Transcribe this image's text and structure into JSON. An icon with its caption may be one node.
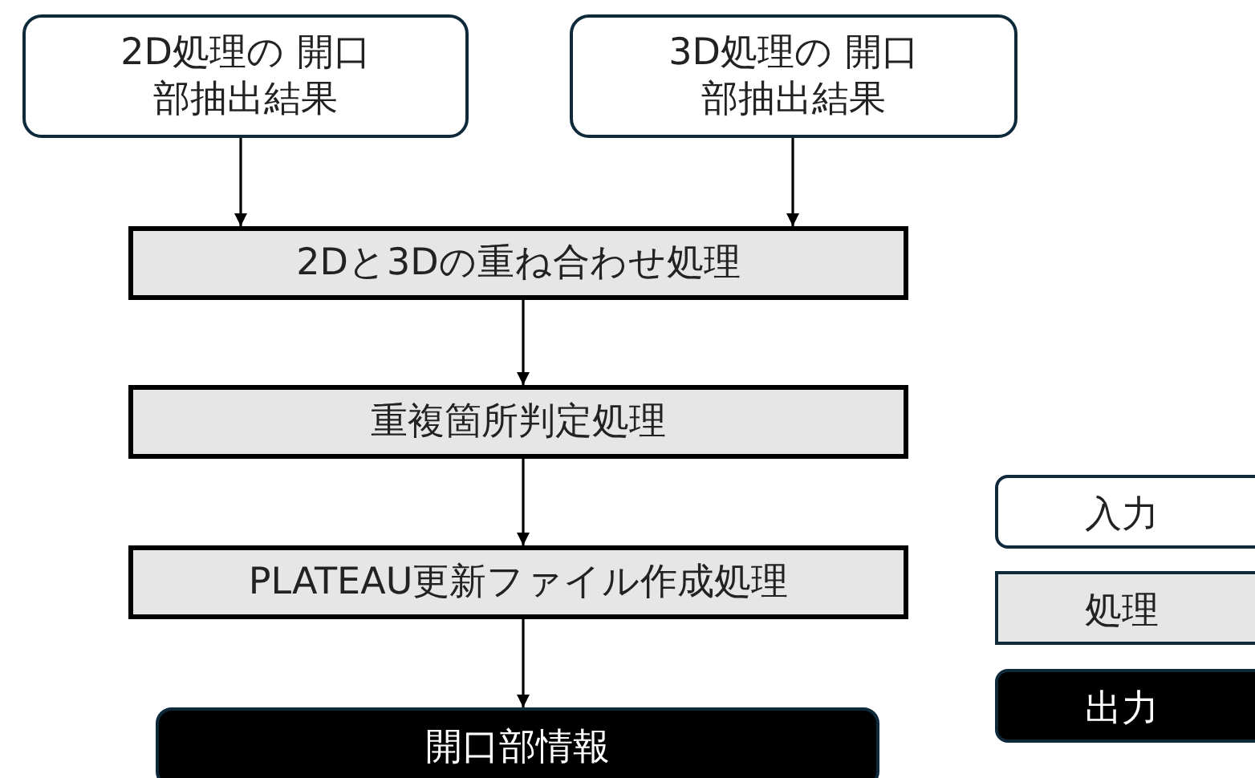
{
  "diagram": {
    "nodes": [
      {
        "text": [
          "2D処理の 開口部抽出結果"
        ]
      },
      {
        "text": [
          "3D処理の 開口部抽出結果"
        ]
      },
      {
        "text": [
          "2Dと3Dの重ね合わせ処理"
        ]
      },
      {
        "text": [
          "重複箇所判定処理"
        ]
      },
      {
        "text": [
          "PLATEAU更新ファイル作成処理"
        ]
      },
      {
        "text": [
          "開口部情報"
        ]
      }
    ],
    "edges": [
      {
        "from": 0,
        "to": 2,
        "arrow": "to"
      },
      {
        "from": 1,
        "to": 2,
        "arrow": "to"
      },
      {
        "from": 2,
        "to": 3,
        "arrow": "to"
      },
      {
        "from": 3,
        "to": 4,
        "arrow": "to"
      },
      {
        "from": 4,
        "to": 5,
        "arrow": "to"
      }
    ],
    "legend": [
      {
        "text": "入力",
        "color": "#ffffff"
      },
      {
        "text": "処理",
        "color": "#e7e6e6"
      },
      {
        "text": "出力",
        "color": "#000000"
      }
    ]
  }
}
